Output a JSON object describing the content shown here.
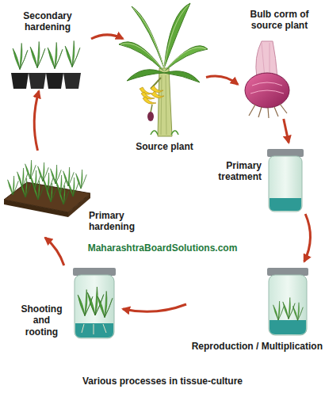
{
  "diagram": {
    "caption": "Various processes in tissue-culture",
    "nodes": [
      {
        "text": [
          "Source plant"
        ]
      },
      {
        "text": [
          "Bulb corm of source plant"
        ]
      },
      {
        "text": [
          "Primary treatment"
        ]
      },
      {
        "text": [
          "Reproduction / Multiplication"
        ]
      },
      {
        "text": [
          "Shooting and rooting"
        ]
      },
      {
        "text": [
          "Primary hardening"
        ]
      },
      {
        "text": [
          "Secondary hardening"
        ]
      }
    ],
    "edges": [
      {
        "from": 0,
        "to": 1,
        "arrow": "to"
      },
      {
        "from": 1,
        "to": 2,
        "arrow": "to"
      },
      {
        "from": 2,
        "to": 3,
        "arrow": "to"
      },
      {
        "from": 3,
        "to": 4,
        "arrow": "to"
      },
      {
        "from": 4,
        "to": 5,
        "arrow": "to"
      },
      {
        "from": 5,
        "to": 6,
        "arrow": "to"
      },
      {
        "from": 6,
        "to": 0,
        "arrow": "to"
      }
    ],
    "labels": [
      "MaharashtraBoardSolutions.com"
    ]
  }
}
